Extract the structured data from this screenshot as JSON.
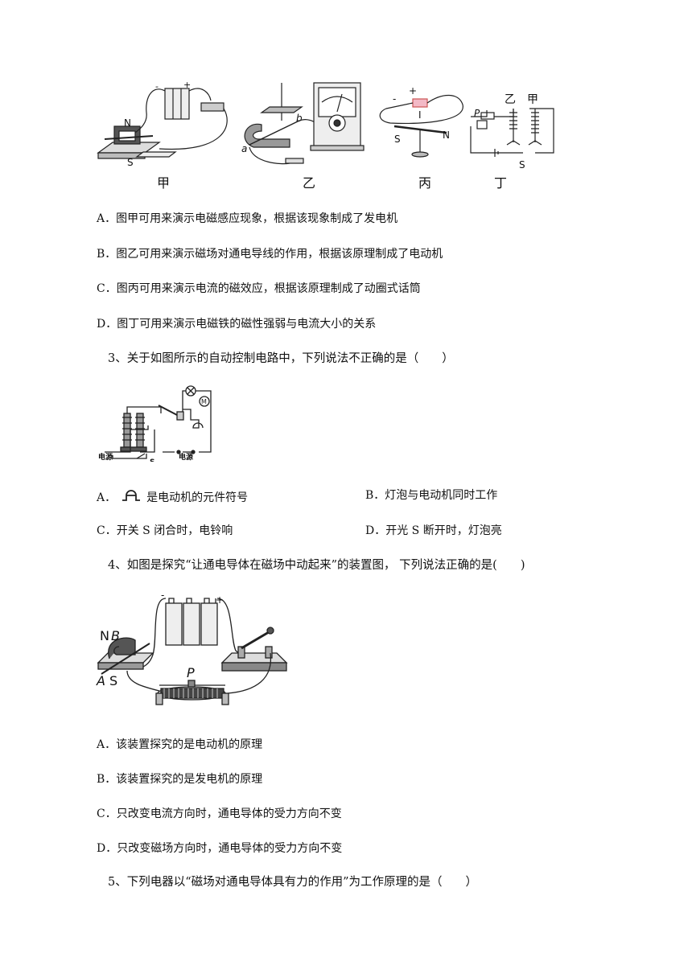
{
  "figure1": {
    "captions": [
      "甲",
      "乙",
      "丙",
      "丁"
    ],
    "labels": {
      "jia_N": "N",
      "jia_S": "S",
      "jia_minus": "-",
      "jia_plus": "+",
      "yi_a": "a",
      "yi_b": "b",
      "bing_minus": "-",
      "bing_plus": "+",
      "bing_I": "I",
      "bing_S": "S",
      "bing_N": "N",
      "ding_P": "P",
      "ding_yi": "乙",
      "ding_jia": "甲",
      "ding_S": "S"
    }
  },
  "q2": {
    "options": [
      "A．图甲可用来演示电磁感应现象，根据该现象制成了发电机",
      "B．图乙可用来演示磁场对通电导线的作用，根据该原理制成了电动机",
      "C．图丙可用来演示电流的磁效应，根据该原理制成了动圈式话筒",
      "D．图丁可用来演示电磁铁的磁性强弱与电流大小的关系"
    ]
  },
  "q3": {
    "stem": "3、关于如图所示的自动控制电路中，下列说法不正确的是（　　）",
    "figure_labels": {
      "left": "电源",
      "switch": "S",
      "right": "电源"
    },
    "options": {
      "A_prefix": "A．",
      "A_text": "是电动机的元件符号",
      "B": "B．灯泡与电动机同时工作",
      "C": "C．开关 S 闭合时，电铃响",
      "D": "D．开光 S 断开时，灯泡亮"
    }
  },
  "q4": {
    "stem": "4、如图是探究“让通电导体在磁场中动起来”的装置图， 下列说法正确的是(　　)",
    "figure_labels": {
      "N": "N",
      "B": "B",
      "A": "A",
      "S": "S",
      "P": "P",
      "minus": "-",
      "plus": "+"
    },
    "options": [
      "A．该装置探究的是电动机的原理",
      "B．该装置探究的是发电机的原理",
      "C．只改变电流方向时，通电导体的受力方向不变",
      "D．只改变磁场方向时，通电导体的受力方向不变"
    ]
  },
  "q5": {
    "stem": "5、下列电器以“磁场对通电导体具有力的作用”为工作原理的是（　　）"
  }
}
